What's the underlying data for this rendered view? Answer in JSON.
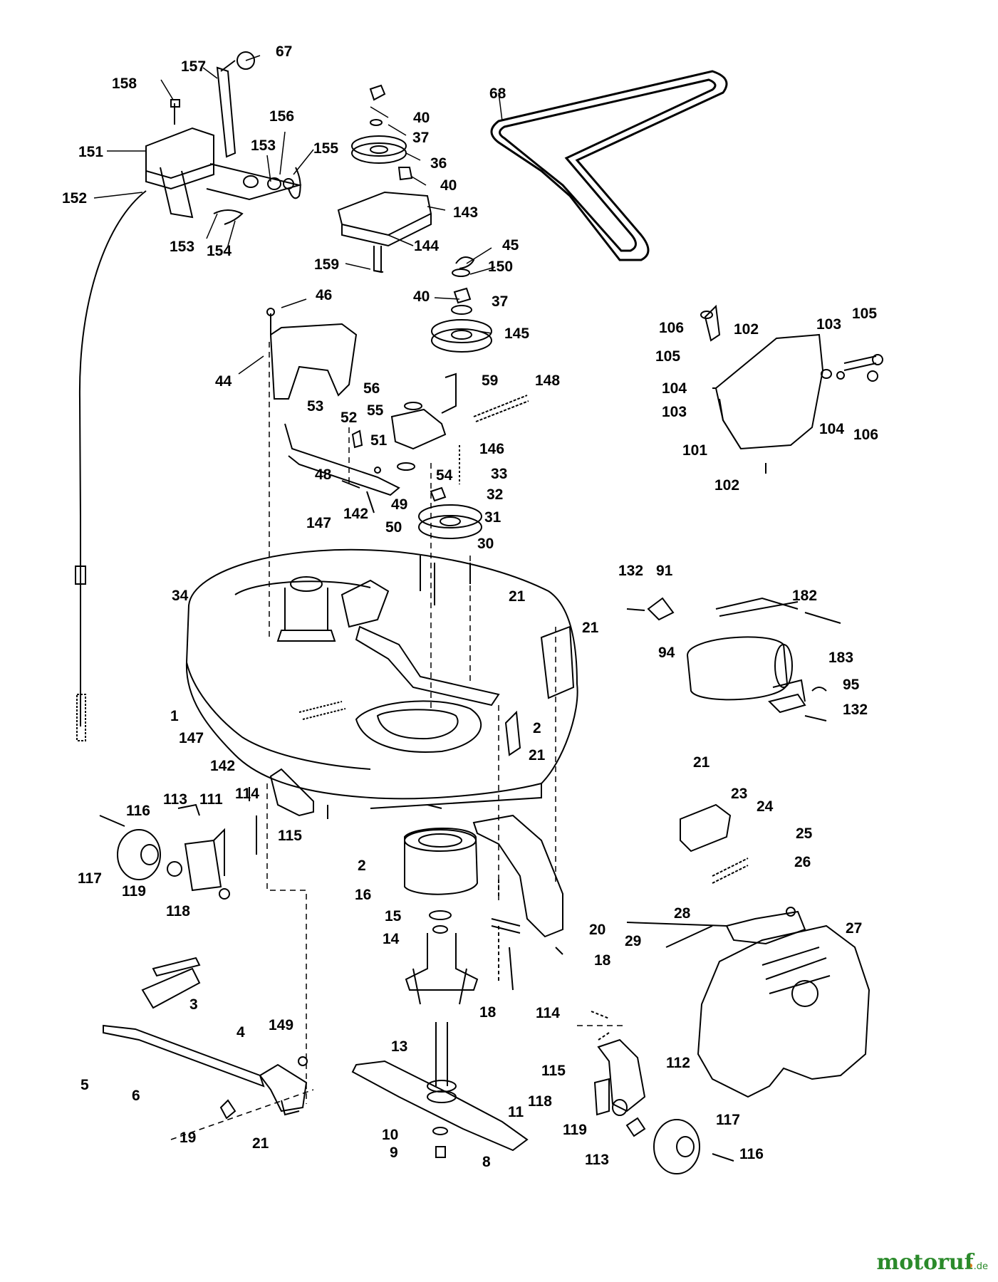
{
  "part_numbers": {
    "p67": "67",
    "p157": "157",
    "p158": "158",
    "p151": "151",
    "p152": "152",
    "p153a": "153",
    "p156": "156",
    "p155": "155",
    "p153b": "153",
    "p154": "154",
    "p40a": "40",
    "p37a": "37",
    "p36": "36",
    "p40b": "40",
    "p143": "143",
    "p144": "144",
    "p159": "159",
    "p68": "68",
    "p45": "45",
    "p150": "150",
    "p40c": "40",
    "p37b": "37",
    "p145": "145",
    "p46": "46",
    "p44": "44",
    "p56": "56",
    "p59": "59",
    "p148": "148",
    "p55": "55",
    "p53": "53",
    "p52": "52",
    "p51": "51",
    "p146": "146",
    "p54": "54",
    "p33": "33",
    "p48": "48",
    "p49": "49",
    "p50": "50",
    "p32": "32",
    "p31": "31",
    "p147a": "147",
    "p142a": "142",
    "p30": "30",
    "p106a": "106",
    "p102a": "102",
    "p103a": "103",
    "p105a": "105",
    "p105b": "105",
    "p104a": "104",
    "p103b": "103",
    "p104b": "104",
    "p106b": "106",
    "p101": "101",
    "p102b": "102",
    "p34": "34",
    "p21a": "21",
    "p21b": "21",
    "p132a": "132",
    "p91": "91",
    "p182": "182",
    "p94": "94",
    "p183": "183",
    "p95": "95",
    "p132b": "132",
    "p1": "1",
    "p147b": "147",
    "p2a": "2",
    "p21c": "21",
    "p142b": "142",
    "p113a": "113",
    "p111": "111",
    "p114a": "114",
    "p116a": "116",
    "p115a": "115",
    "p117a": "117",
    "p119a": "119",
    "p118a": "118",
    "p2b": "2",
    "p21d": "21",
    "p23": "23",
    "p24": "24",
    "p25": "25",
    "p26": "26",
    "p16": "16",
    "p15": "15",
    "p14": "14",
    "p20": "20",
    "p28": "28",
    "p27": "27",
    "p29": "29",
    "p18a": "18",
    "p18b": "18",
    "p3": "3",
    "p4": "4",
    "p149": "149",
    "p5": "5",
    "p6": "6",
    "p19": "19",
    "p21e": "21",
    "p114b": "114",
    "p13": "13",
    "p115b": "115",
    "p112": "112",
    "p11": "11",
    "p118b": "118",
    "p119b": "119",
    "p117b": "117",
    "p10": "10",
    "p9": "9",
    "p113b": "113",
    "p116b": "116",
    "p8": "8"
  },
  "watermark": {
    "brand": "motoruf",
    "suffix": ".de",
    "color_main": "#2b8a2b",
    "color_accent": "#e07b1a"
  },
  "colors": {
    "line": "#000000",
    "background": "#ffffff"
  }
}
